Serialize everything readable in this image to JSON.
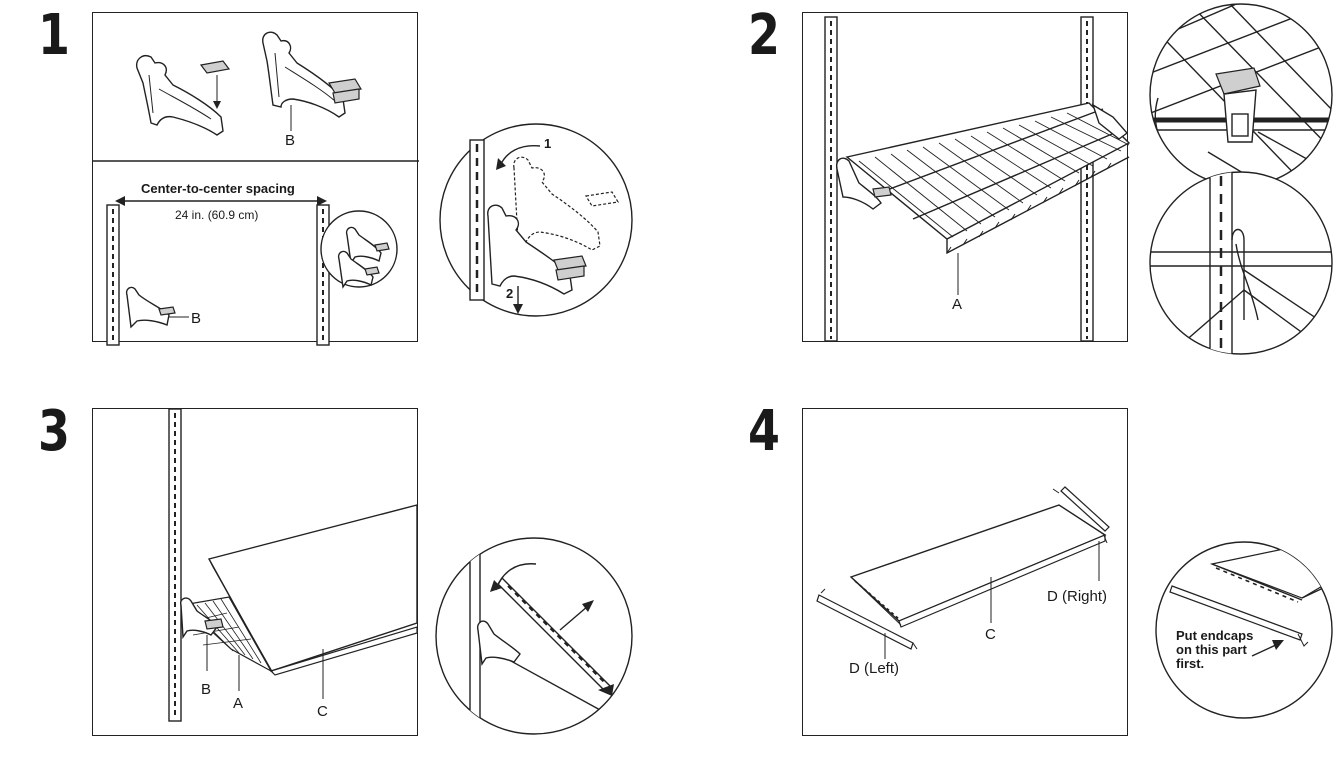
{
  "steps": [
    {
      "number": "1"
    },
    {
      "number": "2"
    },
    {
      "number": "3"
    },
    {
      "number": "4"
    }
  ],
  "step1": {
    "label_b_top": "B",
    "spacing_title": "Center-to-center spacing",
    "spacing_value": "24 in. (60.9 cm)",
    "label_b_bottom": "B",
    "detail_arrow_1": "1",
    "detail_arrow_2": "2"
  },
  "step2": {
    "label_a": "A"
  },
  "step3": {
    "label_b": "B",
    "label_a": "A",
    "label_c": "C"
  },
  "step4": {
    "label_d_right": "D (Right)",
    "label_c": "C",
    "label_d_left": "D (Left)",
    "note_line1": "Put endcaps",
    "note_line2": "on this part",
    "note_line3": "first."
  }
}
